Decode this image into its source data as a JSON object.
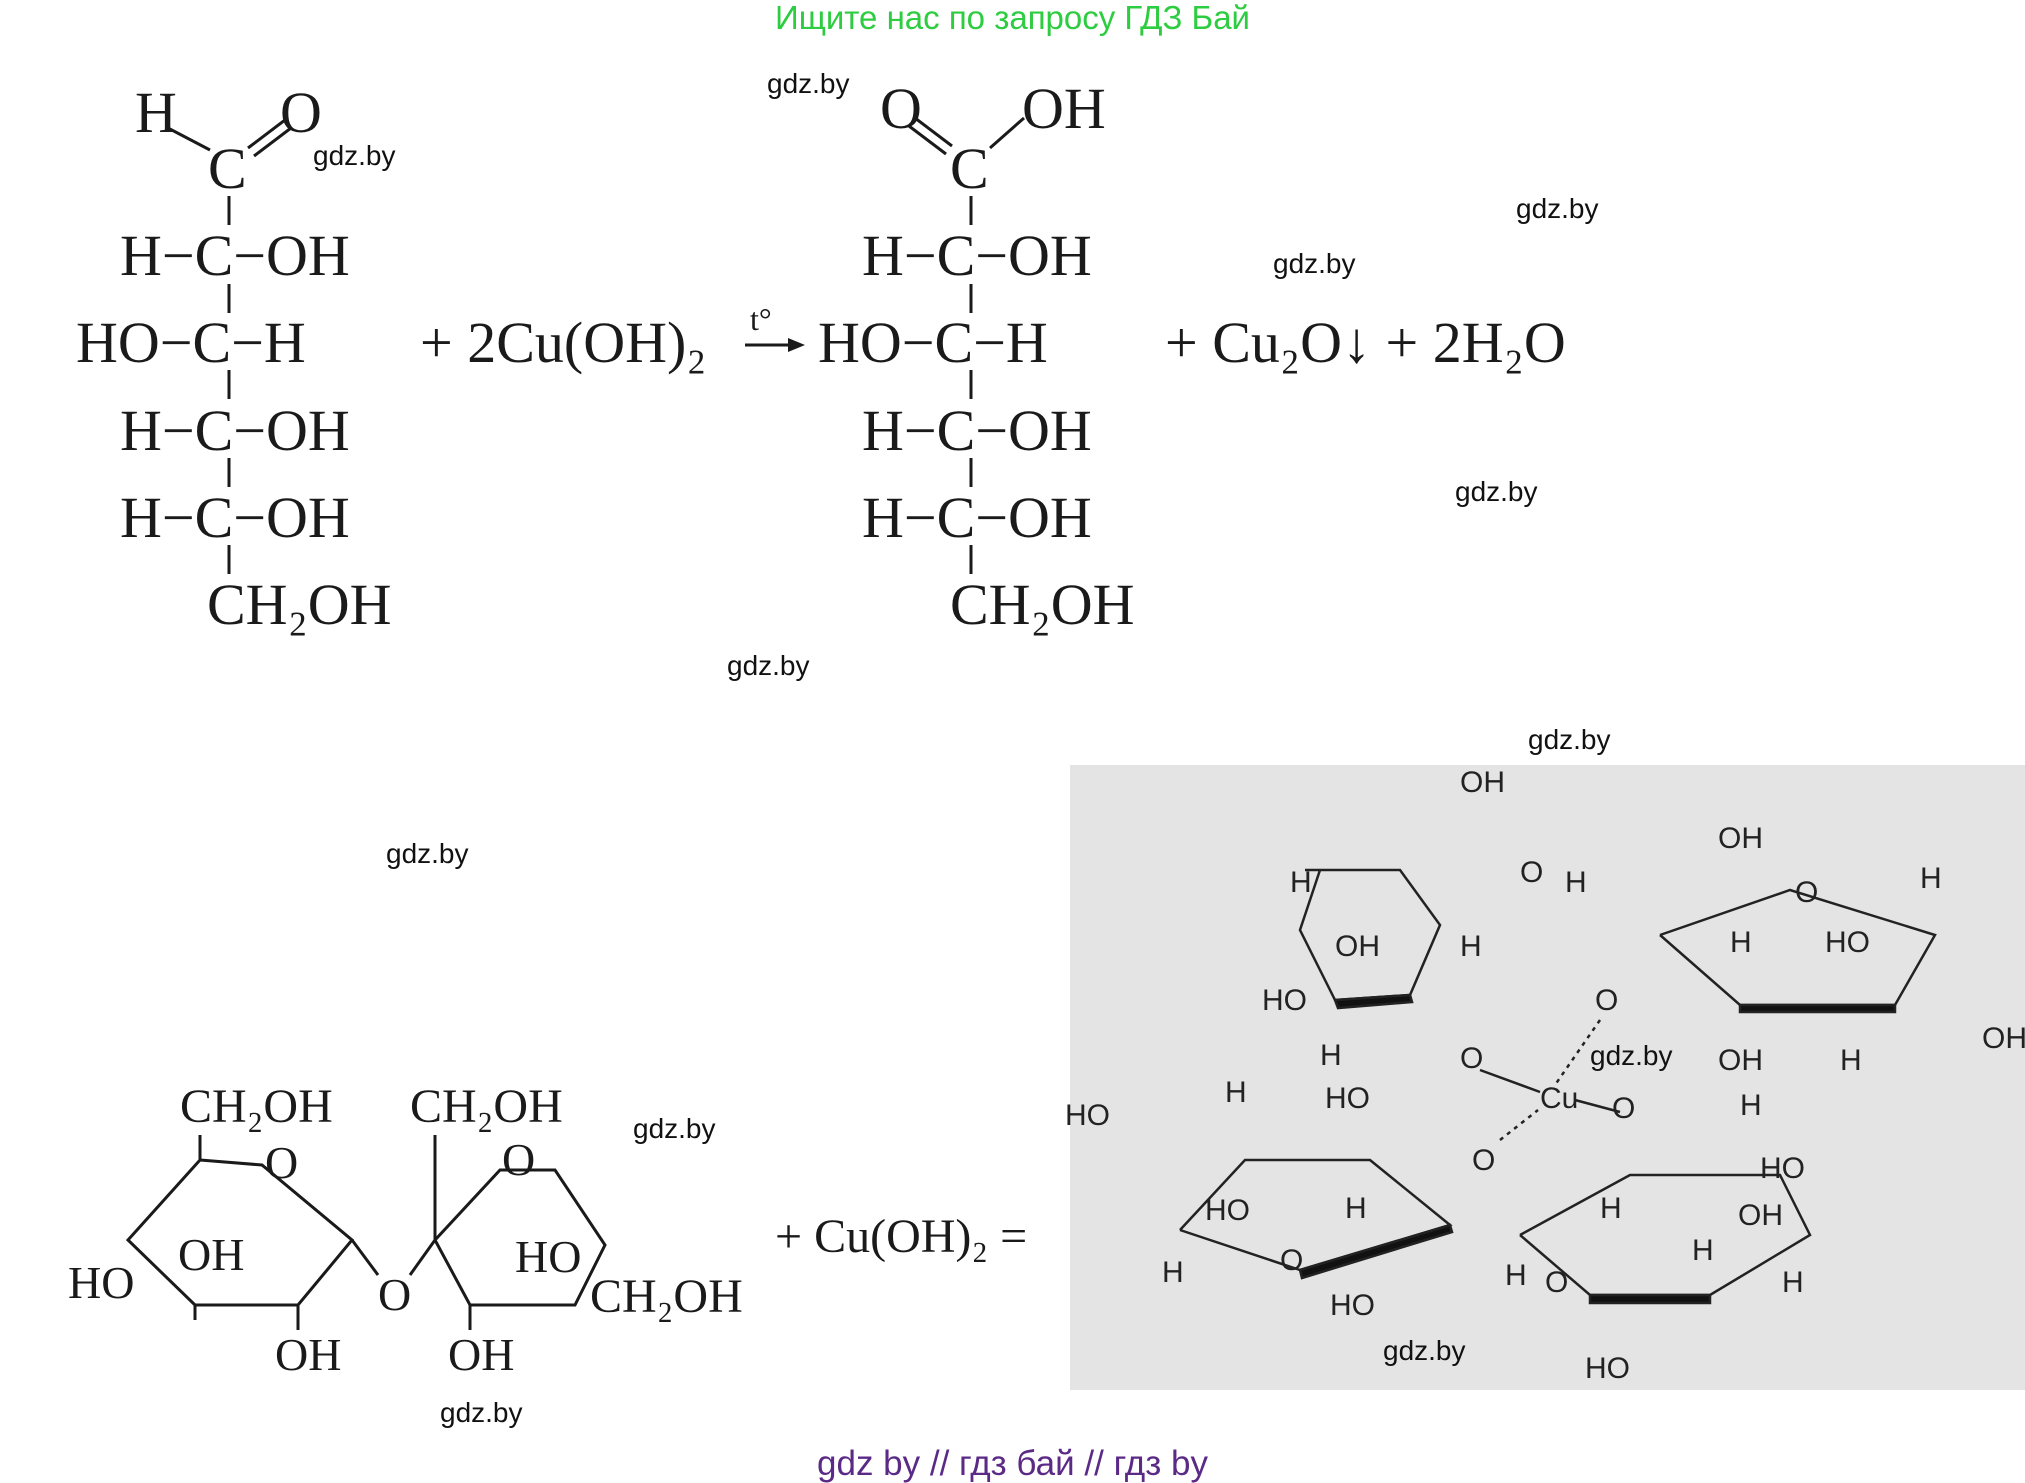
{
  "header": {
    "text": "Ищите нас по запросу ГДЗ Бай"
  },
  "footer": {
    "text": "gdz by  //  гдз бай  //  гдз by"
  },
  "watermark": "gdz.by",
  "colors": {
    "header": "#2ecc40",
    "footer": "#5b2a86",
    "panel": "#e4e4e4"
  },
  "reaction1": {
    "glucose": {
      "h": "H",
      "o": "O",
      "c": "C",
      "row1": "H−C−OH",
      "row2": "HO−C−H",
      "row3": "H−C−OH",
      "row4": "H−C−OH",
      "ch2oh": "CH₂OH"
    },
    "reagent": "+ 2Cu(OH)₂",
    "condition": "t°",
    "gluconic_acid": {
      "o": "O",
      "oh": "OH",
      "c": "C",
      "row1": "H−C−OH",
      "row2": "HO−C−H",
      "row3": "H−C−OH",
      "row4": "H−C−OH",
      "ch2oh": "CH₂OH"
    },
    "products": "+ Cu₂O↓ + 2H₂O"
  },
  "reaction2": {
    "sucrose": {
      "ch2oh_left": "CH₂OH",
      "ch2oh_right": "CH₂OH",
      "ch2oh_far": "CH₂OH",
      "o_ring1": "O",
      "o_ring2": "O",
      "o_bridge": "O",
      "oh_inner": "OH",
      "ho_left": "HO",
      "oh_bottom1": "OH",
      "oh_bottom2": "OH",
      "ho_ring2": "HO"
    },
    "reagent": "+ Cu(OH)₂ =",
    "complex": {
      "cu": "Cu",
      "o": "O",
      "h": "H",
      "oh": "OH",
      "ho": "HO"
    }
  }
}
